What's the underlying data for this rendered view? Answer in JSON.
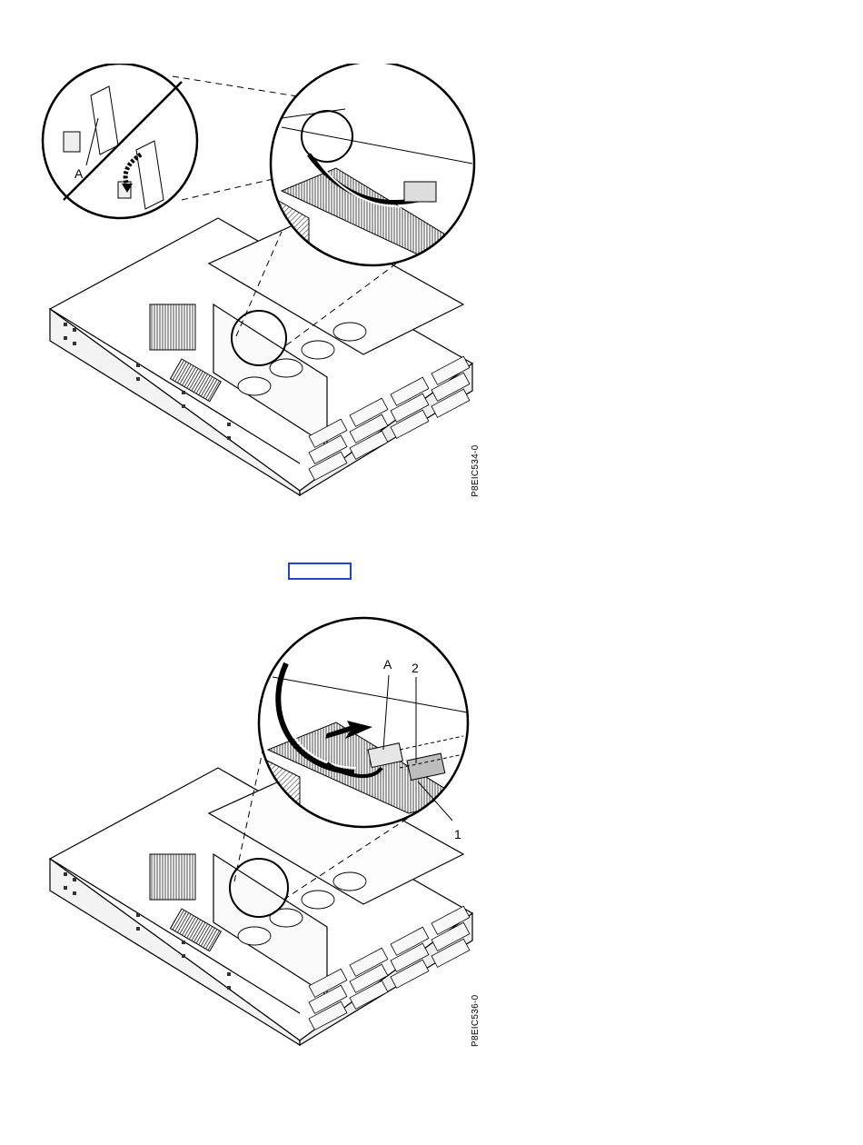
{
  "figures": [
    {
      "figure_id": "P8EIC534-0",
      "callouts": [
        "A"
      ]
    },
    {
      "figure_id": "P8EIC536-0",
      "callouts": [
        "A",
        "2",
        "1"
      ]
    }
  ],
  "link_box_label": ""
}
